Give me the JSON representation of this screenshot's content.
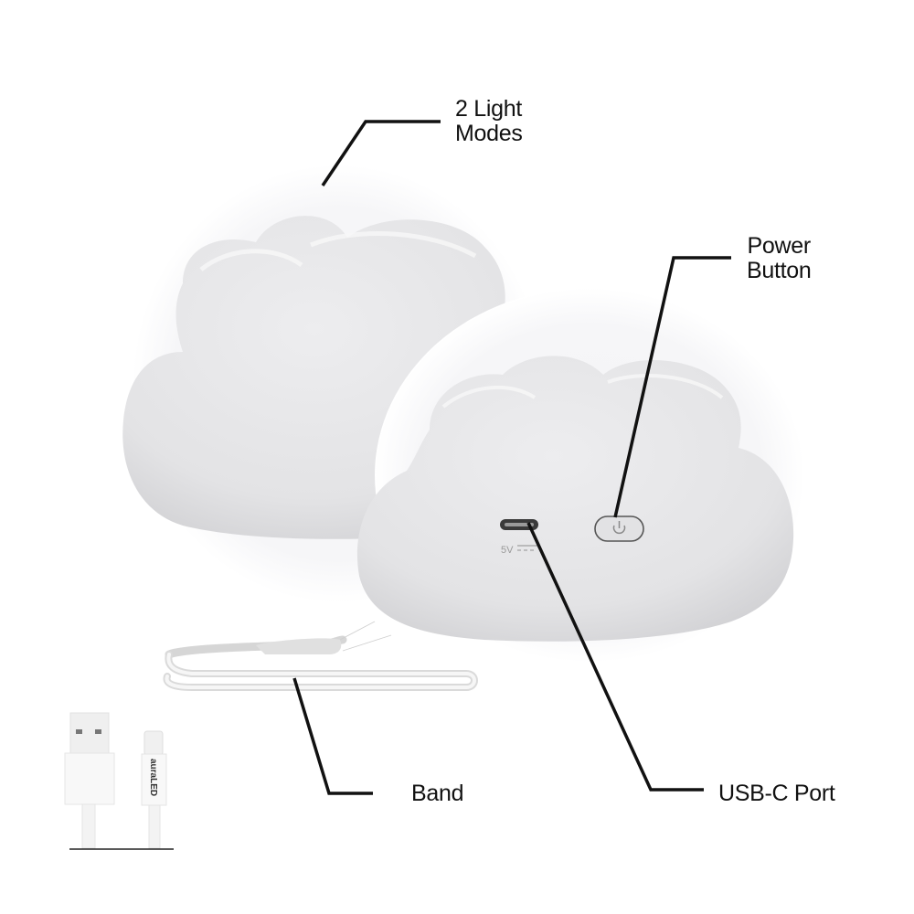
{
  "product": {
    "description": "Cloud-shaped LED night light with charging cable and band"
  },
  "callouts": {
    "light_modes": {
      "line1": "2 Light",
      "line2": "Modes"
    },
    "power_button": {
      "line1": "Power",
      "line2": "Button"
    },
    "band": {
      "text": "Band"
    },
    "usb_c_port": {
      "text": "USB-C Port"
    }
  },
  "device_markings": {
    "port_voltage": "5V",
    "cable_brand": "auraLED"
  },
  "colors": {
    "background": "#ffffff",
    "cloud_body": "#e6e6e8",
    "cloud_glow": "#f4f4f6",
    "callout_line": "#111111",
    "port_dark": "#333333"
  }
}
